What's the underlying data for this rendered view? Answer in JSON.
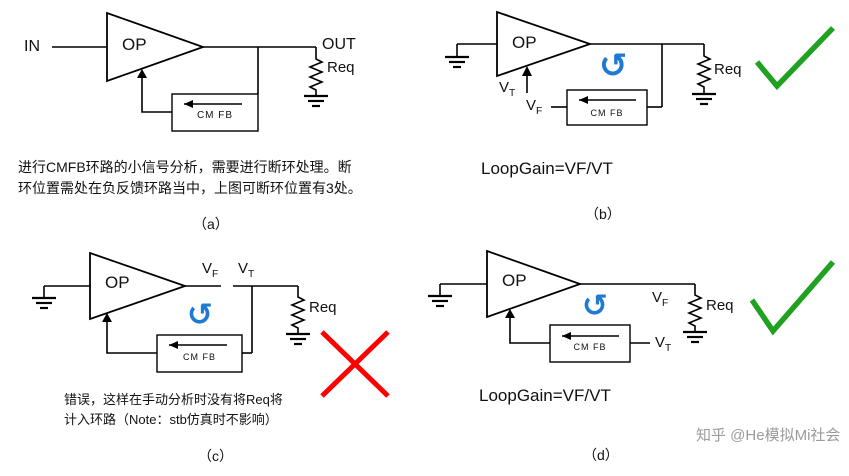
{
  "colors": {
    "wire": "#000000",
    "loop_arrow_blue": "#1f7ad4",
    "check_green": "#21a121",
    "cross_red": "#ff0000"
  },
  "icons": {
    "loop_arrow": "↺"
  },
  "panels": {
    "a": {
      "in": "IN",
      "op": "OP",
      "out": "OUT",
      "req": "Req",
      "cmfb": "CM FB",
      "caption": "进行CMFB环路的小信号分析，需要进行断环处理。断环位置需处在负反馈环路当中，上图可断环位置有3处。",
      "tag": "（a）"
    },
    "b": {
      "op": "OP",
      "req": "Req",
      "cmfb": "CM FB",
      "vt": {
        "base": "V",
        "sub": "T"
      },
      "vf": {
        "base": "V",
        "sub": "F"
      },
      "loopgain": "LoopGain=VF/VT",
      "tag": "（b）"
    },
    "c": {
      "op": "OP",
      "req": "Req",
      "cmfb": "CM FB",
      "vf": {
        "base": "V",
        "sub": "F"
      },
      "vt": {
        "base": "V",
        "sub": "T"
      },
      "caption": "错误，这样在手动分析时没有将Req将计入环路（Note：stb仿真时不影响）",
      "tag": "（c）"
    },
    "d": {
      "op": "OP",
      "req": "Req",
      "cmfb": "CM FB",
      "vf": {
        "base": "V",
        "sub": "F"
      },
      "vt": {
        "base": "V",
        "sub": "T"
      },
      "loopgain": "LoopGain=VF/VT",
      "tag": "（d）"
    }
  },
  "watermark": "知乎 @He模拟Mi社会"
}
